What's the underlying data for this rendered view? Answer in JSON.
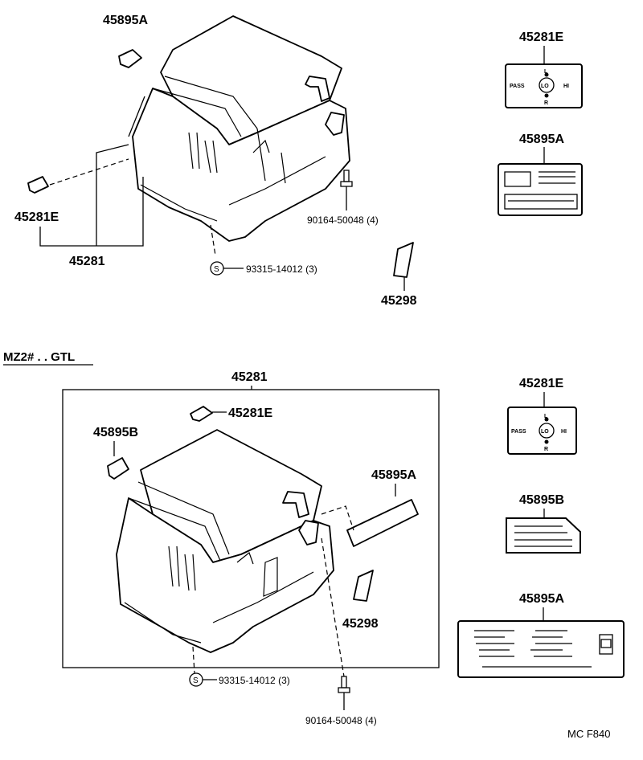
{
  "section_title": "MZ2# . . GTL",
  "footer_code": "MC F840",
  "upper": {
    "label_45895A_top": "45895A",
    "label_45281E_left": "45281E",
    "label_45281": "45281",
    "label_screw": "90164-50048 (4)",
    "label_clip": "93315-14012 (3)",
    "label_45298": "45298",
    "clip_symbol": "S"
  },
  "right_upper": {
    "label_45281E": "45281E",
    "label_45895A": "45895A",
    "plate_pass": "PASS",
    "plate_hi": "HI",
    "plate_lo": "LO",
    "plate_l": "L",
    "plate_r": "R"
  },
  "lower": {
    "label_45281": "45281",
    "label_45281E": "45281E",
    "label_45895B": "45895B",
    "label_45895A": "45895A",
    "label_45298": "45298",
    "label_clip": "93315-14012 (3)",
    "label_screw": "90164-50048 (4)",
    "clip_symbol": "S"
  },
  "right_lower": {
    "label_45281E": "45281E",
    "label_45895B": "45895B",
    "label_45895A": "45895A",
    "plate_pass": "PASS",
    "plate_hi": "HI",
    "plate_lo": "LO",
    "plate_l": "L",
    "plate_r": "R"
  }
}
